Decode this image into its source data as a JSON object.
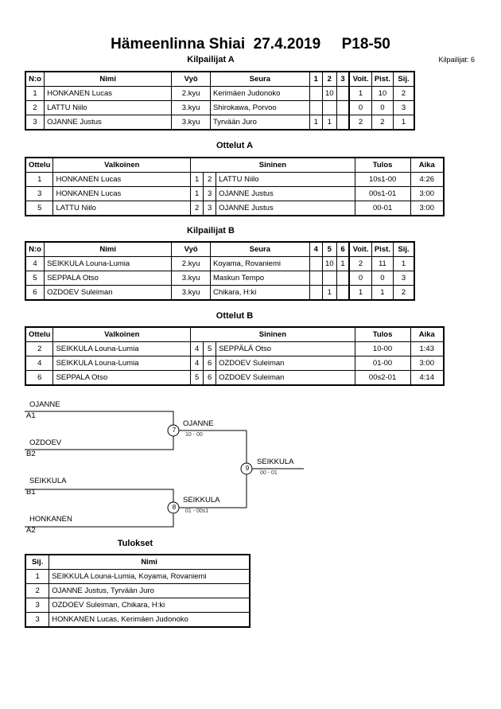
{
  "header": {
    "title": "Hämeenlinna Shiai  27.4.2019     P18-50",
    "competitors_count": "Kilpailijat: 6"
  },
  "pool_a": {
    "heading": "Kilpailijat A",
    "columns": [
      "N:o",
      "Nimi",
      "Vyö",
      "Seura",
      "1",
      "2",
      "3",
      "Voit.",
      "Pist.",
      "Sij."
    ],
    "rows": [
      [
        "1",
        "HONKANEN Lucas",
        "2.kyu",
        "Kerimäen Judonoko",
        "",
        "10",
        "",
        "1",
        "10",
        "2"
      ],
      [
        "2",
        "LATTU Niilo",
        "3.kyu",
        "Shirokawa, Porvoo",
        "",
        "",
        "",
        "0",
        "0",
        "3"
      ],
      [
        "3",
        "OJANNE Justus",
        "3.kyu",
        "Tyrvään Juro",
        "1",
        "1",
        "",
        "2",
        "2",
        "1"
      ]
    ]
  },
  "matches_a": {
    "heading": "Ottelut A",
    "columns": [
      "Ottelu",
      "Valkoinen",
      "Sininen",
      "Tulos",
      "Aika"
    ],
    "rows": [
      [
        "1",
        "HONKANEN Lucas",
        "1",
        "2",
        "LATTU Niilo",
        "10s1-00",
        "4:26"
      ],
      [
        "3",
        "HONKANEN Lucas",
        "1",
        "3",
        "OJANNE Justus",
        "00s1-01",
        "3:00"
      ],
      [
        "5",
        "LATTU Niilo",
        "2",
        "3",
        "OJANNE Justus",
        "00-01",
        "3:00"
      ]
    ]
  },
  "pool_b": {
    "heading": "Kilpailijat B",
    "columns": [
      "N:o",
      "Nimi",
      "Vyö",
      "Seura",
      "4",
      "5",
      "6",
      "Voit.",
      "Pist.",
      "Sij."
    ],
    "rows": [
      [
        "4",
        "SEIKKULA Louna-Lumia",
        "2.kyu",
        "Koyama, Rovaniemi",
        "",
        "10",
        "1",
        "2",
        "11",
        "1"
      ],
      [
        "5",
        "SEPPALA Otso",
        "3.kyu",
        "Maskun Tempo",
        "",
        "",
        "",
        "0",
        "0",
        "3"
      ],
      [
        "6",
        "OZDOEV Suleiman",
        "3.kyu",
        "Chikara, H:ki",
        "",
        "1",
        "",
        "1",
        "1",
        "2"
      ]
    ]
  },
  "matches_b": {
    "heading": "Ottelut B",
    "columns": [
      "Ottelu",
      "Valkoinen",
      "Sininen",
      "Tulos",
      "Aika"
    ],
    "rows": [
      [
        "2",
        "SEIKKULA Louna-Lumia",
        "4",
        "5",
        "SEPPÄLÄ Otso",
        "10-00",
        "1:43"
      ],
      [
        "4",
        "SEIKKULA Louna-Lumia",
        "4",
        "6",
        "OZDOEV Suleiman",
        "01-00",
        "3:00"
      ],
      [
        "6",
        "SEPPALA Otso",
        "5",
        "6",
        "OZDOEV Suleiman",
        "00s2-01",
        "4:14"
      ]
    ]
  },
  "bracket": {
    "semi1": {
      "top_name": "OJANNE",
      "top_seed": "A1",
      "bottom_name": "OZDOEV",
      "bottom_seed": "B2",
      "match_no": "7",
      "winner": "OJANNE",
      "score": "10 - 00"
    },
    "semi2": {
      "top_name": "SEIKKULA",
      "top_seed": "B1",
      "bottom_name": "HONKANEN",
      "bottom_seed": "A2",
      "match_no": "8",
      "winner": "SEIKKULA",
      "score": "01 - 00s1"
    },
    "final": {
      "match_no": "9",
      "winner": "SEIKKULA",
      "score": "00 - 01"
    }
  },
  "results": {
    "heading": "Tulokset",
    "columns": [
      "Sij.",
      "Nimi"
    ],
    "rows": [
      [
        "1",
        "SEIKKULA Louna-Lumia, Koyama, Rovaniemi"
      ],
      [
        "2",
        "OJANNE Justus, Tyrvään Juro"
      ],
      [
        "3",
        "OZDOEV Suleiman, Chikara, H:ki"
      ],
      [
        "3",
        "HONKANEN Lucas, Kerimäen Judonoko"
      ]
    ]
  }
}
